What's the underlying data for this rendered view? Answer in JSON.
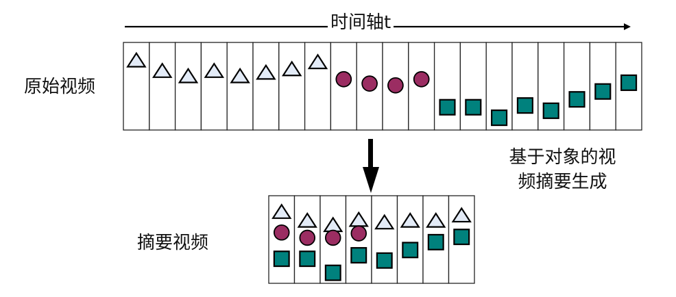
{
  "timeline": {
    "label": "时间轴t"
  },
  "original_video": {
    "label": "原始视频",
    "frame_count": 20,
    "objects": [
      {
        "type": "triangle",
        "frames": [
          0,
          1,
          2,
          3,
          4,
          5,
          6,
          7
        ],
        "levels": [
          0.2,
          0.32,
          0.38,
          0.32,
          0.38,
          0.34,
          0.3,
          0.22
        ],
        "color": "#e3ebf7"
      },
      {
        "type": "circle",
        "frames": [
          8,
          9,
          10,
          11
        ],
        "levels": [
          0.42,
          0.47,
          0.49,
          0.42
        ],
        "color": "#9b2d62"
      },
      {
        "type": "square",
        "frames": [
          12,
          13,
          14,
          15,
          16,
          17,
          18,
          19
        ],
        "levels": [
          0.74,
          0.74,
          0.86,
          0.72,
          0.78,
          0.65,
          0.56,
          0.46
        ],
        "color": "#00817d"
      }
    ]
  },
  "process": {
    "label_line1": "基于对象的视",
    "label_line2": "频摘要生成"
  },
  "summary_video": {
    "label": "摘要视频",
    "frame_count": 8,
    "objects": [
      {
        "type": "triangle",
        "frames": [
          0,
          1,
          2,
          3,
          4,
          5,
          6,
          7
        ],
        "levels": [
          0.18,
          0.28,
          0.33,
          0.27,
          0.3,
          0.28,
          0.28,
          0.22
        ],
        "color": "#e3ebf7"
      },
      {
        "type": "circle",
        "frames": [
          0,
          1,
          2,
          3
        ],
        "levels": [
          0.42,
          0.48,
          0.48,
          0.43
        ],
        "color": "#9b2d62"
      },
      {
        "type": "square",
        "frames": [
          0,
          1,
          2,
          3,
          4,
          5,
          6,
          7
        ],
        "levels": [
          0.72,
          0.72,
          0.88,
          0.68,
          0.74,
          0.62,
          0.53,
          0.47
        ],
        "color": "#00817d"
      }
    ]
  }
}
